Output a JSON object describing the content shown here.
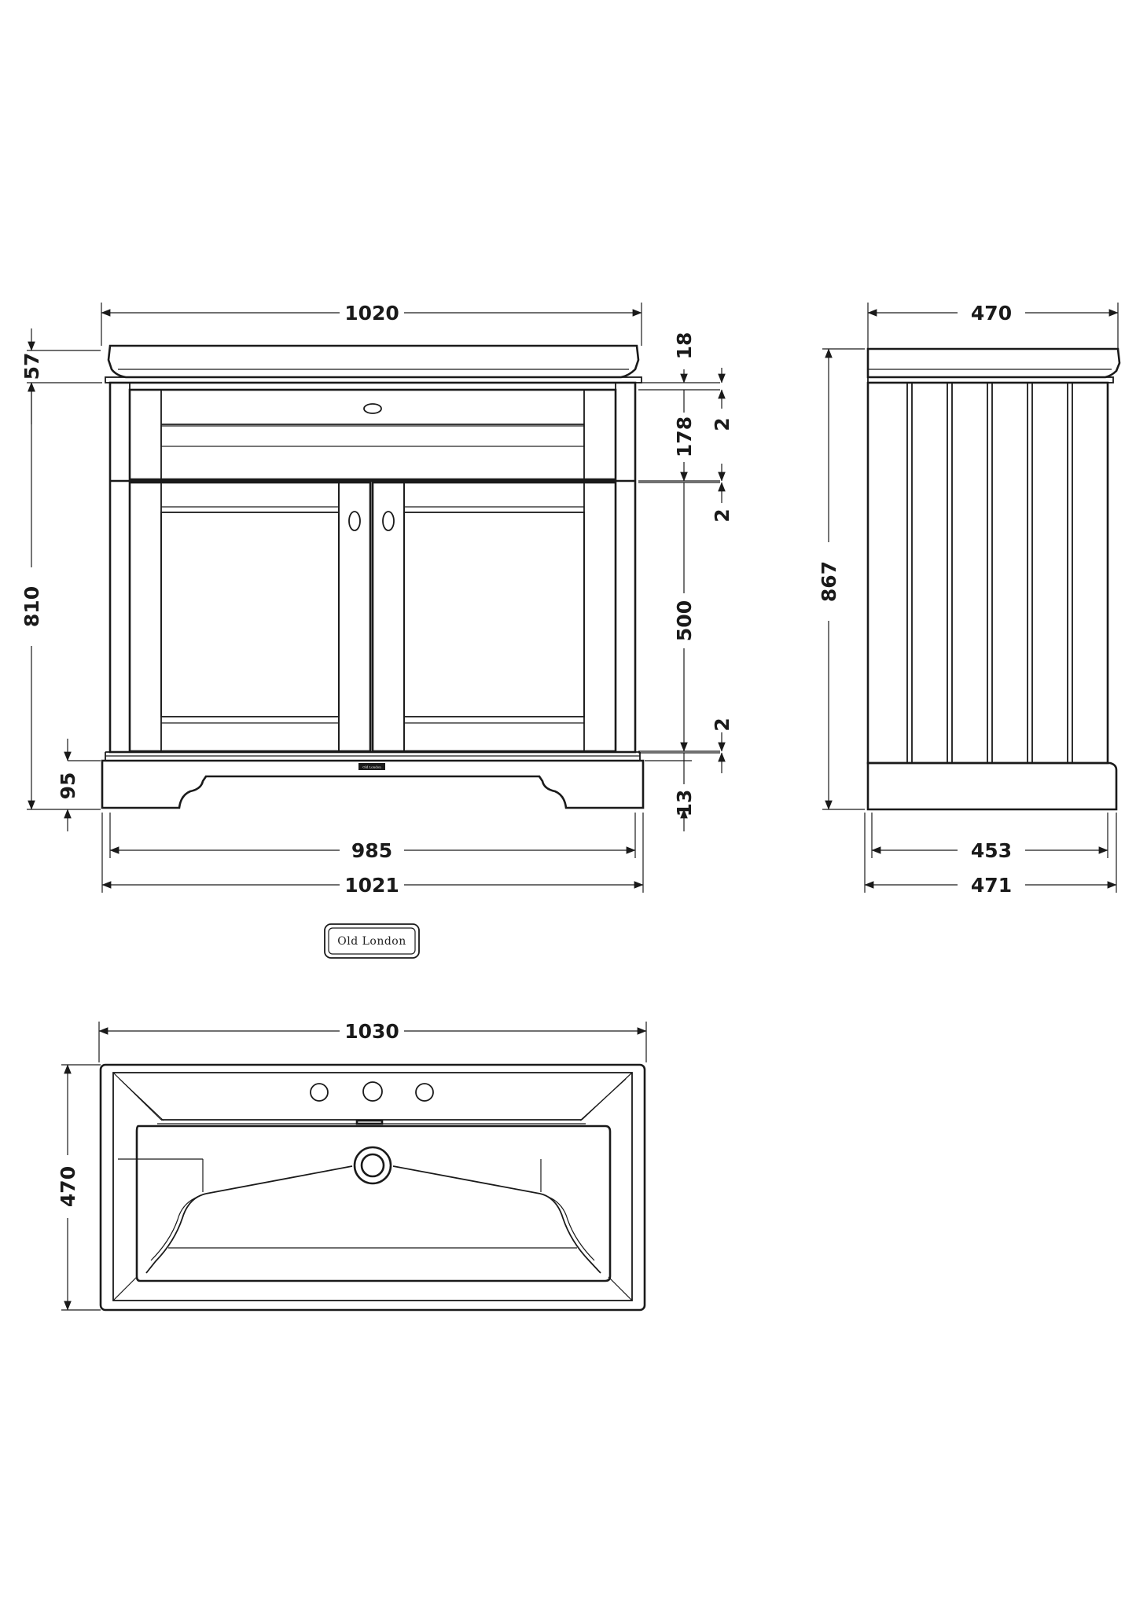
{
  "brand": {
    "badge_text": "Old London",
    "mini_badge_text": "Old London"
  },
  "front_view": {
    "top_width": "1020",
    "top_height": "57",
    "lip_height": "18",
    "drawer_gap_top": "2",
    "drawer_height": "178",
    "drawer_gap_bottom": "2",
    "door_height": "500",
    "door_gap_bottom": "2",
    "plinth_recess": "13",
    "cabinet_height": "810",
    "plinth_height": "95",
    "carcass_width": "985",
    "plinth_width": "1021"
  },
  "side_view": {
    "top_depth": "470",
    "total_height": "867",
    "carcass_depth": "453",
    "plinth_depth": "471"
  },
  "basin_plan": {
    "width": "1030",
    "depth": "470"
  },
  "colors": {
    "line": "#1a1a1a",
    "background": "#ffffff"
  }
}
